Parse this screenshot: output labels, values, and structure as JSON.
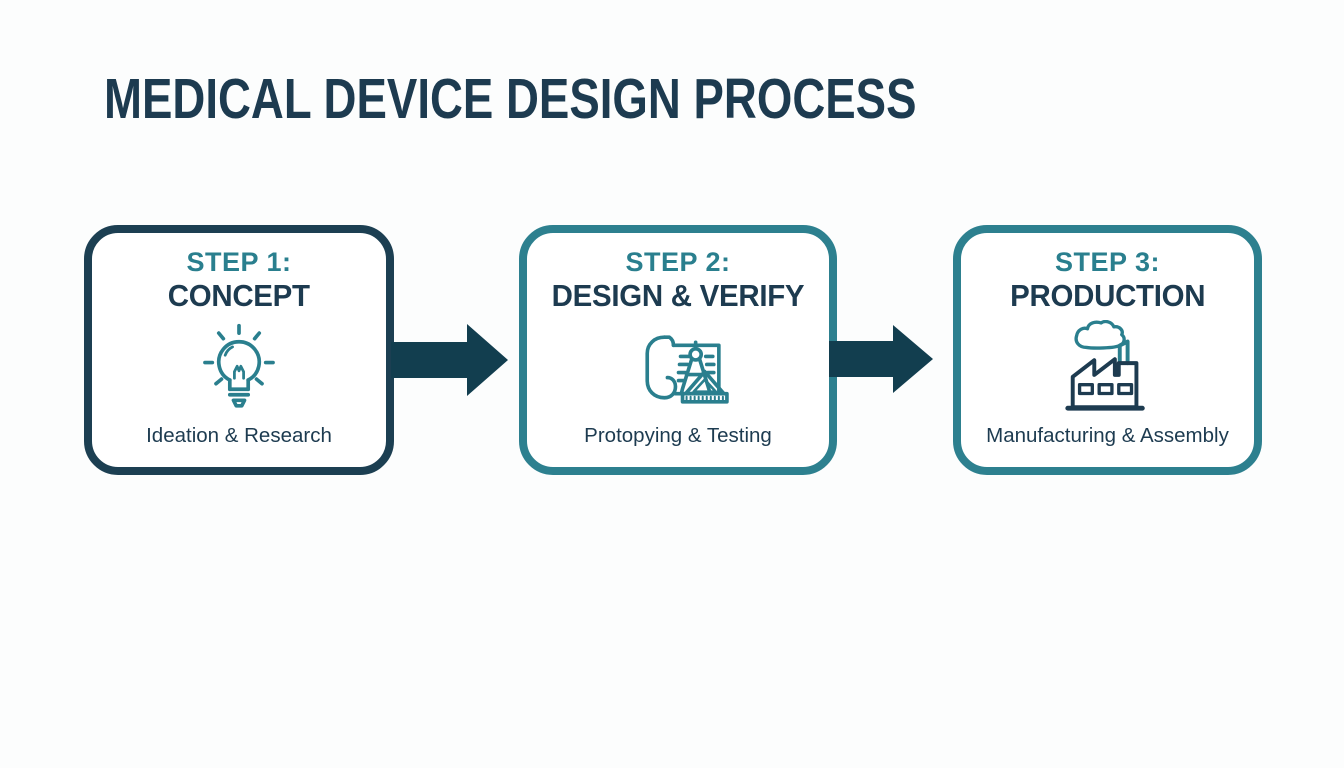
{
  "title": {
    "text": "MEDICAL DEVICE DESIGN PROCESS"
  },
  "colors": {
    "navy": "#1d3b50",
    "teal": "#2a7f8e",
    "arrow": "#123e4f",
    "borderDark": "#1c3f52",
    "borderTeal": "#2d808f",
    "background": "#fcfdfd",
    "cardBackground": "#ffffff"
  },
  "steps": [
    {
      "step_label": "STEP 1:",
      "heading": "CONCEPT",
      "subtitle": "Ideation & Research",
      "icon": "lightbulb-icon",
      "border_color": "#1c3f52"
    },
    {
      "step_label": "STEP 2:",
      "heading": "DESIGN & VERIFY",
      "subtitle": "Protopying & Testing",
      "icon": "blueprint-compass-icon",
      "border_color": "#2d808f"
    },
    {
      "step_label": "STEP 3:",
      "heading": "PRODUCTION",
      "subtitle": "Manufacturing & Assembly",
      "icon": "factory-icon",
      "border_color": "#2d808f"
    }
  ],
  "connectors": [
    {
      "icon": "arrow-right-icon"
    },
    {
      "icon": "arrow-right-icon"
    }
  ]
}
